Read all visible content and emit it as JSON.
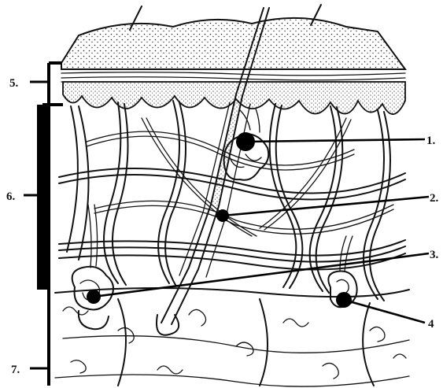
{
  "labels": {
    "l1": "1.",
    "l2": "2.",
    "l3": "3.",
    "l4": "4",
    "l5": "5.",
    "l6": "6.",
    "l7": "7."
  }
}
